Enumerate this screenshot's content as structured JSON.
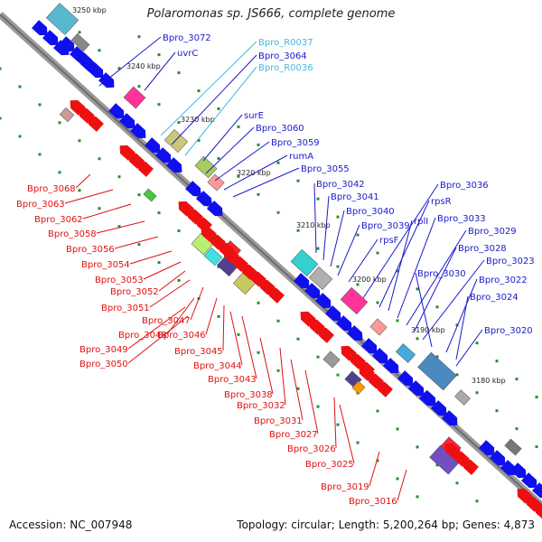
{
  "title": "Polaromonas sp. JS666, complete genome",
  "footer": {
    "accession_label": "Accession:",
    "accession": "NC_007948",
    "topology_label": "Topology:",
    "topology": "circular",
    "length_label": "Length:",
    "length": "5,200,264 bp",
    "genes_label": "Genes:",
    "genes": "4,873"
  },
  "colors": {
    "forward_label": "#1a1acc",
    "reverse_label": "#e01010",
    "rna_label": "#3fb8e0",
    "backbone": "#888888",
    "dots": "#2a8f2a"
  },
  "ticks": [
    "3250 kbp",
    "3240 kbp",
    "3230 kbp",
    "3220 kbp",
    "3210 kbp",
    "3200 kbp",
    "3190 kbp",
    "3180 kbp"
  ],
  "labels_forward": [
    "Bpro_3072",
    "uvrC",
    "Bpro_R0037",
    "Bpro_3064",
    "Bpro_R0036",
    "surE",
    "Bpro_3060",
    "Bpro_3059",
    "rumA",
    "Bpro_3055",
    "Bpro_3042",
    "Bpro_3041",
    "Bpro_3040",
    "Bpro_3039",
    "rpsF",
    "Bpro_3036",
    "rpsR",
    "rplI",
    "Bpro_3033",
    "Bpro_3029",
    "Bpro_3028",
    "Bpro_3023",
    "Bpro_3030",
    "Bpro_3022",
    "Bpro_3024",
    "Bpro_3020"
  ],
  "labels_reverse": [
    "Bpro_3068",
    "Bpro_3063",
    "Bpro_3062",
    "Bpro_3058",
    "Bpro_3056",
    "Bpro_3054",
    "Bpro_3053",
    "Bpro_3052",
    "Bpro_3051",
    "Bpro_3047",
    "Bpro_3048",
    "Bpro_3046",
    "Bpro_3049",
    "Bpro_3045",
    "Bpro_3050",
    "Bpro_3044",
    "Bpro_3043",
    "Bpro_3038",
    "Bpro_3032",
    "Bpro_3031",
    "Bpro_3027",
    "Bpro_3026",
    "Bpro_3025",
    "Bpro_3019",
    "Bpro_3016"
  ]
}
